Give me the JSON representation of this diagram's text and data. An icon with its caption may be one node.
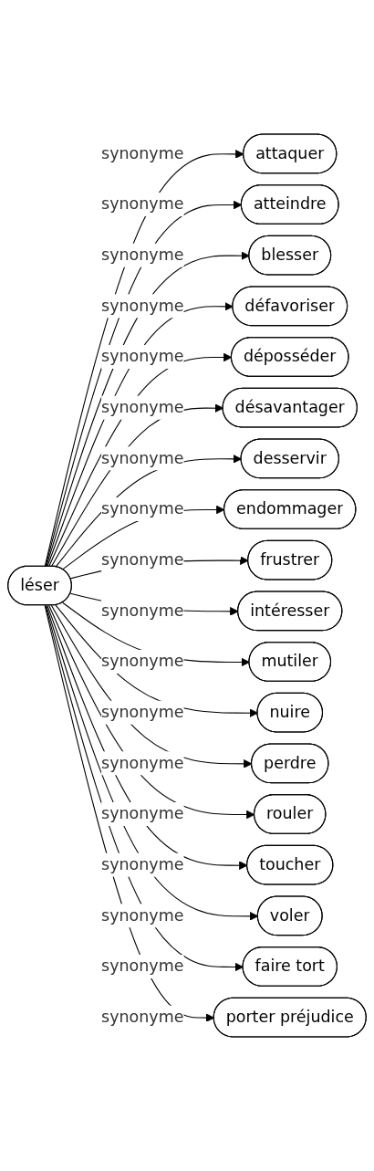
{
  "diagram": {
    "nodes": [
      {
        "text": [
          "léser"
        ]
      },
      {
        "text": [
          "attaquer"
        ]
      },
      {
        "text": [
          "atteindre"
        ]
      },
      {
        "text": [
          "blesser"
        ]
      },
      {
        "text": [
          "défavoriser"
        ]
      },
      {
        "text": [
          "déposséder"
        ]
      },
      {
        "text": [
          "désavantager"
        ]
      },
      {
        "text": [
          "desservir"
        ]
      },
      {
        "text": [
          "endommager"
        ]
      },
      {
        "text": [
          "frustrer"
        ]
      },
      {
        "text": [
          "intéresser"
        ]
      },
      {
        "text": [
          "mutiler"
        ]
      },
      {
        "text": [
          "nuire"
        ]
      },
      {
        "text": [
          "perdre"
        ]
      },
      {
        "text": [
          "rouler"
        ]
      },
      {
        "text": [
          "toucher"
        ]
      },
      {
        "text": [
          "voler"
        ]
      },
      {
        "text": [
          "faire tort"
        ]
      },
      {
        "text": [
          "porter préjudice"
        ]
      }
    ],
    "edges": [
      {
        "from": 0,
        "to": 1,
        "label": "synonyme",
        "arrow": "to"
      },
      {
        "from": 0,
        "to": 2,
        "label": "synonyme",
        "arrow": "to"
      },
      {
        "from": 0,
        "to": 3,
        "label": "synonyme",
        "arrow": "to"
      },
      {
        "from": 0,
        "to": 4,
        "label": "synonyme",
        "arrow": "to"
      },
      {
        "from": 0,
        "to": 5,
        "label": "synonyme",
        "arrow": "to"
      },
      {
        "from": 0,
        "to": 6,
        "label": "synonyme",
        "arrow": "to"
      },
      {
        "from": 0,
        "to": 7,
        "label": "synonyme",
        "arrow": "to"
      },
      {
        "from": 0,
        "to": 8,
        "label": "synonyme",
        "arrow": "to"
      },
      {
        "from": 0,
        "to": 9,
        "label": "synonyme",
        "arrow": "to"
      },
      {
        "from": 0,
        "to": 10,
        "label": "synonyme",
        "arrow": "to"
      },
      {
        "from": 0,
        "to": 11,
        "label": "synonyme",
        "arrow": "to"
      },
      {
        "from": 0,
        "to": 12,
        "label": "synonyme",
        "arrow": "to"
      },
      {
        "from": 0,
        "to": 13,
        "label": "synonyme",
        "arrow": "to"
      },
      {
        "from": 0,
        "to": 14,
        "label": "synonyme",
        "arrow": "to"
      },
      {
        "from": 0,
        "to": 15,
        "label": "synonyme",
        "arrow": "to"
      },
      {
        "from": 0,
        "to": 16,
        "label": "synonyme",
        "arrow": "to"
      },
      {
        "from": 0,
        "to": 17,
        "label": "synonyme",
        "arrow": "to"
      },
      {
        "from": 0,
        "to": 18,
        "label": "synonyme",
        "arrow": "to"
      }
    ]
  }
}
